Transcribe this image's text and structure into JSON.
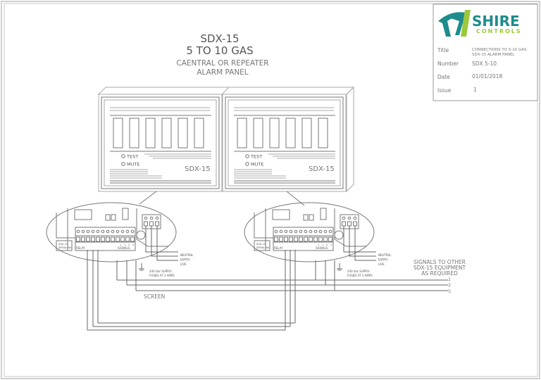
{
  "title_block": {
    "logo": {
      "line1": "SHIRE",
      "line2": "CONTROLS",
      "primary_color": "#1e8c8c",
      "accent_color": "#9cc83c"
    },
    "fields": [
      {
        "label": "Title",
        "value_line1": "CONNECTIONS TO 5-10 GAS",
        "value_line2": "SDX-15 ALARM PANEL"
      },
      {
        "label": "Number",
        "value_line1": "SDX 5-10"
      },
      {
        "label": "Date",
        "value_line1": "01/01/2018"
      },
      {
        "label": "Issue",
        "value_line1": "1"
      }
    ]
  },
  "heading": {
    "line1": "SDX-15",
    "line2": "5 TO 10 GAS",
    "line3": "CAENTRAL OR REPEATER",
    "line4": "ALARM PANEL"
  },
  "panels": [
    {
      "test_label": "TEST",
      "mute_label": "MUTE",
      "model": "SDX-15"
    },
    {
      "test_label": "TEST",
      "mute_label": "MUTE",
      "model": "SDX-15"
    }
  ],
  "pcb": {
    "id_label": [
      "SDX-15",
      "SERIAL No"
    ],
    "relay_label": "RELAY",
    "signals_label": "SIGNALS",
    "signal_terminals": [
      "1",
      "1",
      "2",
      "2"
    ],
    "mains_labels": [
      "NEUTRAL",
      "EARTH",
      "LIVE"
    ],
    "supply_line1": "240 Vac SUPPLY",
    "supply_line2": "FUSED AT 3 AMPS"
  },
  "signals_note": {
    "line1": "SIGNALS TO OTHER",
    "line2": "SDX-15 EQUIPMENT",
    "line3": "AS REQUIRED",
    "wires": [
      "1",
      "2",
      "S"
    ]
  },
  "screen_label": "SCREEN"
}
